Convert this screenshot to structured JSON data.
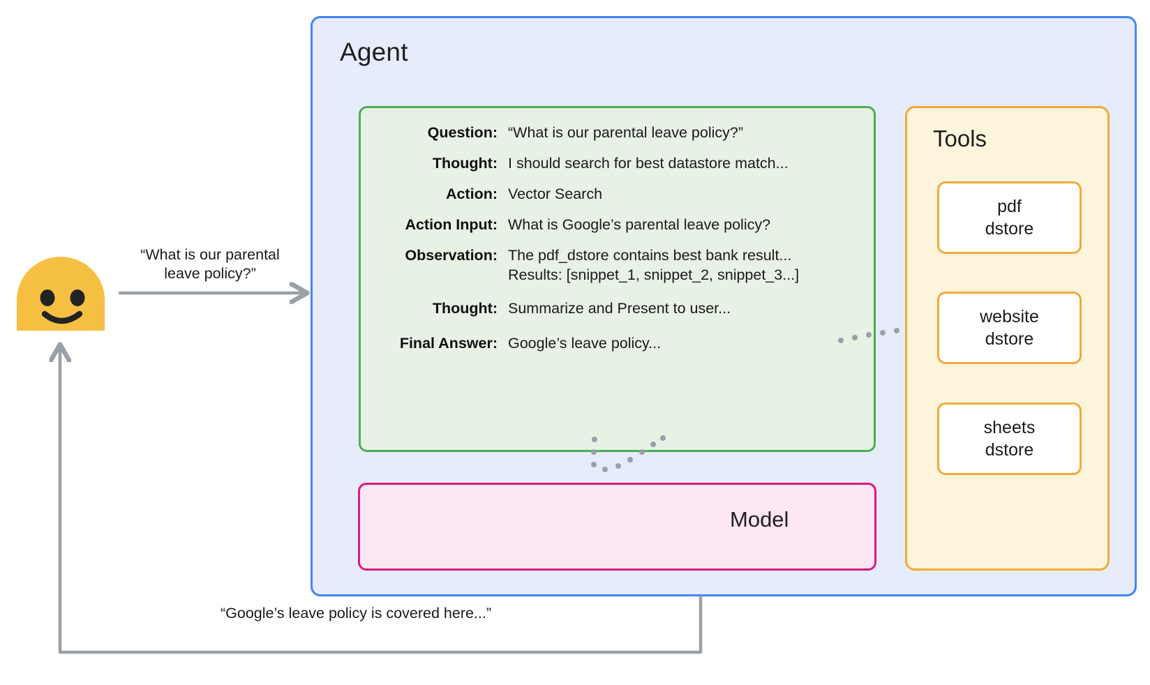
{
  "diagram": {
    "title": "Agent with Tools ReAct loop",
    "colors": {
      "agent_border": "#4285f4",
      "agent_fill": "#e6ecfb",
      "trace_border": "#4caf50",
      "trace_fill": "#e7f1e4",
      "model_border": "#d81b80",
      "model_fill": "#fbe6f1",
      "tools_border": "#f2a93b",
      "tools_fill": "#fdf4dc",
      "tool_card_fill": "#ffffff",
      "arrow": "#9aa0a6",
      "avatar": "#f5c042"
    }
  },
  "agent": {
    "title": "Agent"
  },
  "trace": {
    "rows": [
      {
        "label": "Question:",
        "value": "“What is our parental leave policy?”"
      },
      {
        "label": "Thought:",
        "value": "I should search for best datastore match..."
      },
      {
        "label": "Action:",
        "value": "Vector Search"
      },
      {
        "label": "Action Input:",
        "value": "What is Google’s parental leave policy?"
      },
      {
        "label": "Observation:",
        "value": "The pdf_dstore contains best bank result...",
        "value2": "Results: [snippet_1, snippet_2, snippet_3...]"
      },
      {
        "label": "Thought:",
        "value": "Summarize and Present to user..."
      },
      {
        "label": "Final Answer:",
        "value": "Google’s leave policy..."
      }
    ]
  },
  "model": {
    "title": "Model"
  },
  "tools": {
    "title": "Tools",
    "cards": [
      {
        "label": "pdf\ndstore"
      },
      {
        "label": "website\ndstore"
      },
      {
        "label": "sheets\ndstore"
      }
    ]
  },
  "user": {
    "avatar_icon": "smiley-face-icon",
    "request": "“What is our parental\nleave policy?”",
    "response": "“Google’s leave policy is covered here...”"
  },
  "connectors": {
    "request_arrow": "arrow-right-icon",
    "response_arrow": "arrow-up-icon",
    "trace_to_tools": "dotted-connector",
    "trace_to_model": "dotted-connector"
  }
}
